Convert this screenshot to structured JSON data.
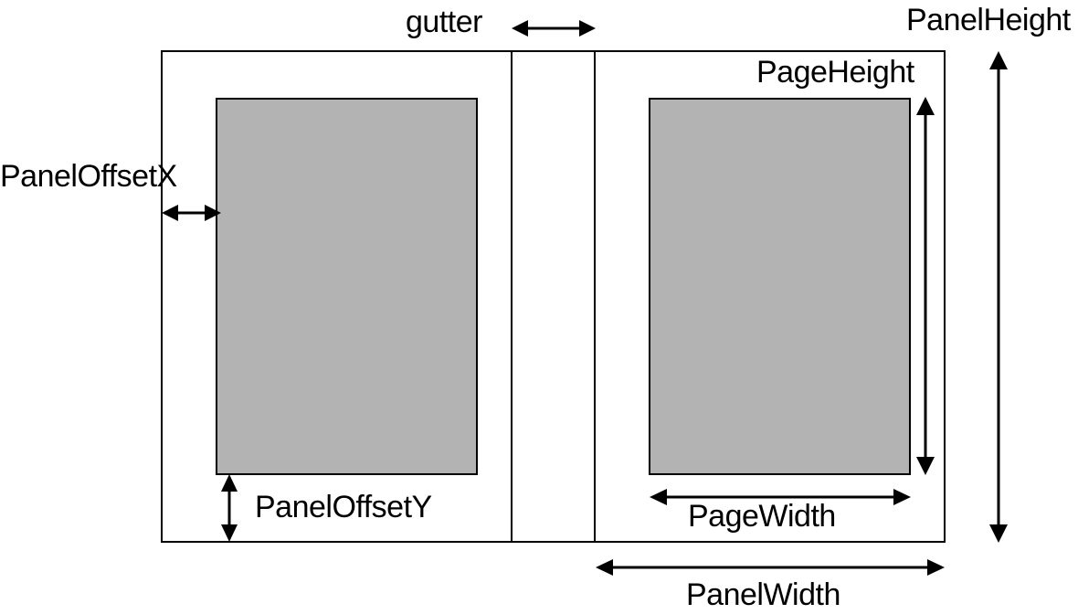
{
  "labels": {
    "gutter": "gutter",
    "panel_height": "PanelHeight",
    "page_height": "PageHeight",
    "panel_offset_x": "PanelOffsetX",
    "panel_offset_y": "PanelOffsetY",
    "page_width": "PageWidth",
    "panel_width": "PanelWidth"
  },
  "colors": {
    "page_fill": "#b3b3b3",
    "stroke": "#000000",
    "background": "#ffffff"
  }
}
